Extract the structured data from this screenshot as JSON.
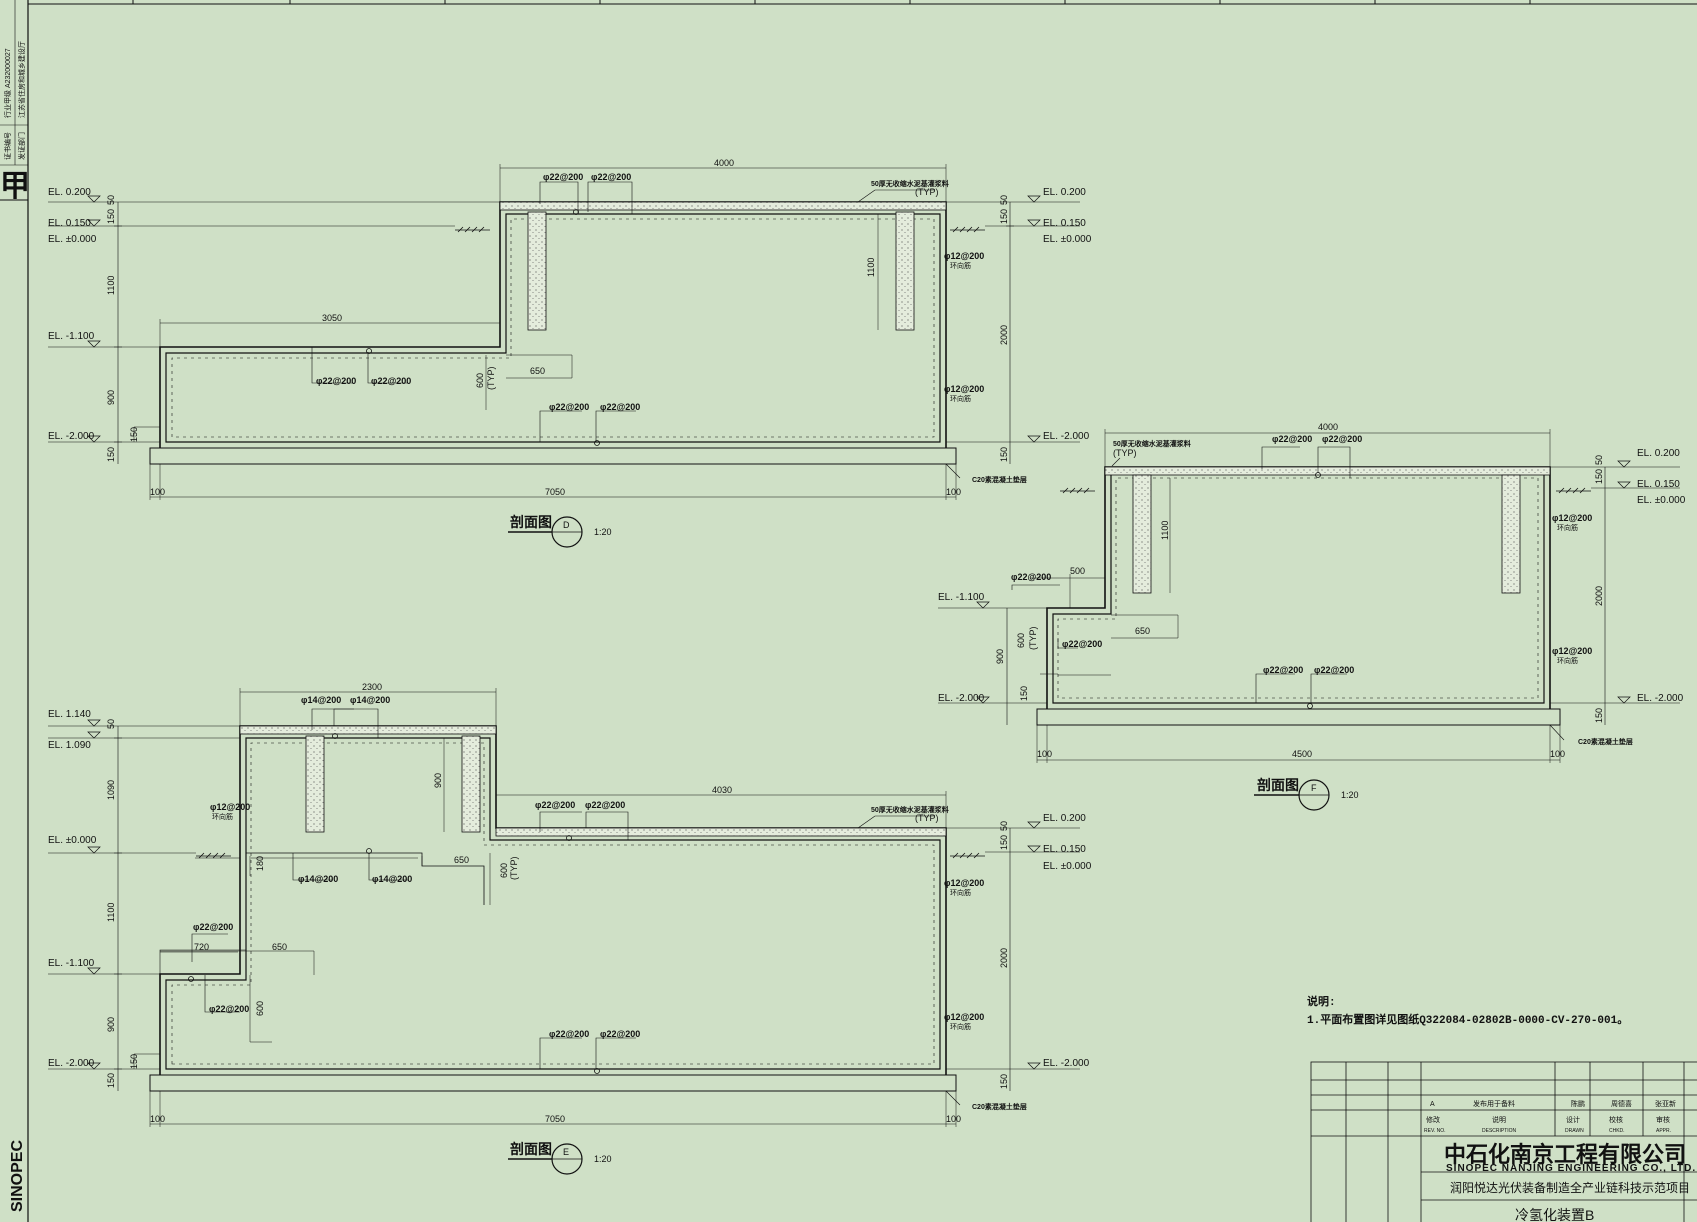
{
  "colors": {
    "background": "#cfe0c6",
    "line": "#111111",
    "concrete": "#e9f0e2"
  },
  "left_strip": {
    "cert_label": "证书编号",
    "cert_value": "行业甲级 A232000027",
    "dept_label": "发证部门",
    "dept_value": "江苏省住房和城乡建设厅",
    "stamp": "甲",
    "logo_text": "SINOPEC"
  },
  "section_d": {
    "title": "剖面图",
    "mark": "D",
    "scale": "1:20",
    "el_0200": "EL. 0.200",
    "el_0150": "EL. 0.150",
    "el_0000": "EL. ±0.000",
    "el_m1100": "EL. -1.100",
    "el_m2000": "EL. -2.000",
    "el_r0200": "EL. 0.200",
    "el_r0150": "EL. 0.150",
    "el_r0000": "EL. ±0.000",
    "el_rm2000": "EL. -2.000",
    "dim_4000": "4000",
    "dim_3050": "3050",
    "dim_7050": "7050",
    "dim_100a": "100",
    "dim_100b": "100",
    "dim_1100": "1100",
    "dim_900": "900",
    "dim_150a": "150",
    "dim_150b": "150",
    "dim_50": "50",
    "dim_150c": "150",
    "dim_1100b": "1100",
    "dim_2000": "2000",
    "dim_150r": "150",
    "dim_50r": "50",
    "dim_150rb": "150",
    "dim_650": "650",
    "dim_600": "600",
    "typ": "(TYP)",
    "r1": "φ22@200",
    "r2": "φ22@200",
    "r3": "φ22@200",
    "r4": "φ22@200",
    "r5": "φ22@200",
    "r6": "φ22@200",
    "r7": "φ12@200",
    "r7b": "环向筋",
    "r8": "φ12@200",
    "r8b": "环向筋",
    "note_top": "50厚无收缩水泥基灌浆料",
    "note_typ": "(TYP)",
    "c20": "C20素混凝土垫层"
  },
  "section_e": {
    "title": "剖面图",
    "mark": "E",
    "scale": "1:20",
    "el_1140": "EL. 1.140",
    "el_1090": "EL. 1.090",
    "el_0000": "EL. ±0.000",
    "el_m1100": "EL. -1.100",
    "el_m2000": "EL. -2.000",
    "el_r0200": "EL. 0.200",
    "el_r0150": "EL. 0.150",
    "el_r0000": "EL. ±0.000",
    "el_rm2000": "EL. -2.000",
    "dim_2300": "2300",
    "dim_4030": "4030",
    "dim_7050": "7050",
    "dim_100a": "100",
    "dim_100b": "100",
    "dim_1090": "1090",
    "dim_1100": "1100",
    "dim_900": "900",
    "dim_150": "150",
    "dim_50": "50",
    "dim_150b": "150",
    "dim_900v": "900",
    "dim_2000": "2000",
    "dim_150r": "150",
    "dim_50r": "50",
    "dim_150rb": "150",
    "dim_650a": "650",
    "dim_650b": "650",
    "dim_720": "720",
    "dim_600a": "600",
    "dim_600b": "600",
    "dim_180": "180",
    "typ": "(TYP)",
    "r1": "φ14@200",
    "r2": "φ14@200",
    "r3": "φ12@200",
    "r3b": "环向筋",
    "r4": "φ22@200",
    "r5": "φ22@200",
    "r6": "φ14@200",
    "r7": "φ14@200",
    "r8": "φ22@200",
    "r9": "φ22@200",
    "r10": "φ22@200",
    "r11": "φ22@200",
    "r12": "φ12@200",
    "r12b": "环向筋",
    "r13": "φ12@200",
    "r13b": "环向筋",
    "note_top": "50厚无收缩水泥基灌浆料",
    "note_typ": "(TYP)",
    "c20": "C20素混凝土垫层"
  },
  "section_f": {
    "title": "剖面图",
    "mark": "F",
    "scale": "1:20",
    "el_0200": "EL. 0.200",
    "el_0150": "EL. 0.150",
    "el_0000": "EL. ±0.000",
    "el_m1100": "EL. -1.100",
    "el_m2000l": "EL. -2.000",
    "el_m2000r": "EL. -2.000",
    "dim_4000": "4000",
    "dim_4500": "4500",
    "dim_100a": "100",
    "dim_100b": "100",
    "dim_1100": "1100",
    "dim_2000": "2000",
    "dim_500": "500",
    "dim_650": "650",
    "dim_600": "600",
    "dim_900": "900",
    "dim_150": "150",
    "dim_150b": "150",
    "dim_50": "50",
    "dim_150r": "150",
    "typ": "(TYP)",
    "r1": "φ22@200",
    "r2": "φ22@200",
    "r3": "φ22@200",
    "r4": "φ22@200",
    "r5": "φ22@200",
    "r6": "φ22@200",
    "r7": "φ12@200",
    "r7b": "环向筋",
    "r8": "φ12@200",
    "r8b": "环向筋",
    "note_top": "50厚无收缩水泥基灌浆料",
    "note_typ": "(TYP)",
    "c20": "C20素混凝土垫层"
  },
  "notes": {
    "heading": "说明:",
    "line1": "1.平面布置图详见图纸Q322084-02802B-0000-CV-270-001。"
  },
  "title_block": {
    "rev": "A",
    "rev_desc": "发布用于备料",
    "drawn": "陈鹏",
    "checked": "周德喜",
    "approved": "张亚新",
    "h_rev": "修改",
    "h_rev_en": "REV. NO.",
    "h_desc": "说明",
    "h_desc_en": "DESCRIPTION",
    "h_drawn": "设计",
    "h_drawn_en": "DRAWN",
    "h_chkd": "校核",
    "h_chkd_en": "CHKD.",
    "h_appr": "审核",
    "h_appr_en": "APPR.",
    "company": "中石化南京工程有限公司",
    "company_en": "SINOPEC NANJING ENGINEERING CO., LTD.",
    "project": "润阳悦达光伏装备制造全产业链科技示范项目",
    "unit": "冷氢化装置B"
  }
}
